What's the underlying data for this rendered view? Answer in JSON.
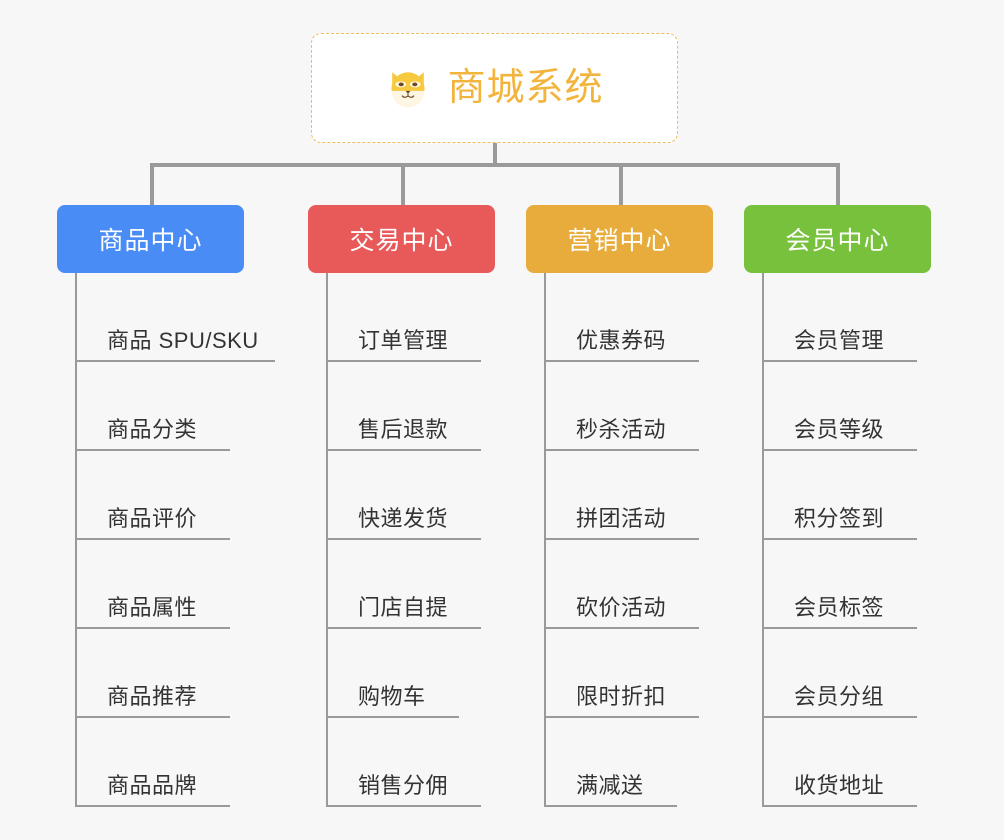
{
  "background_color": "#f7f7f7",
  "root": {
    "title": "商城系统",
    "icon": "shiba-dog-face-icon",
    "text_color": "#f2b43c",
    "border_color": "#f0bb5b",
    "background": "#ffffff"
  },
  "connector_color": "#9a9a9a",
  "columns": [
    {
      "title": "商品中心",
      "color": "#4a8cf5",
      "items": [
        "商品 SPU/SKU",
        "商品分类",
        "商品评价",
        "商品属性",
        "商品推荐",
        "商品品牌"
      ]
    },
    {
      "title": "交易中心",
      "color": "#e85a5a",
      "items": [
        "订单管理",
        "售后退款",
        "快递发货",
        "门店自提",
        "购物车",
        "销售分佣"
      ]
    },
    {
      "title": "营销中心",
      "color": "#e8ac3c",
      "items": [
        "优惠券码",
        "秒杀活动",
        "拼团活动",
        "砍价活动",
        "限时折扣",
        "满减送"
      ]
    },
    {
      "title": "会员中心",
      "color": "#77c13c",
      "items": [
        "会员管理",
        "会员等级",
        "积分签到",
        "会员标签",
        "会员分组",
        "收货地址"
      ]
    }
  ]
}
